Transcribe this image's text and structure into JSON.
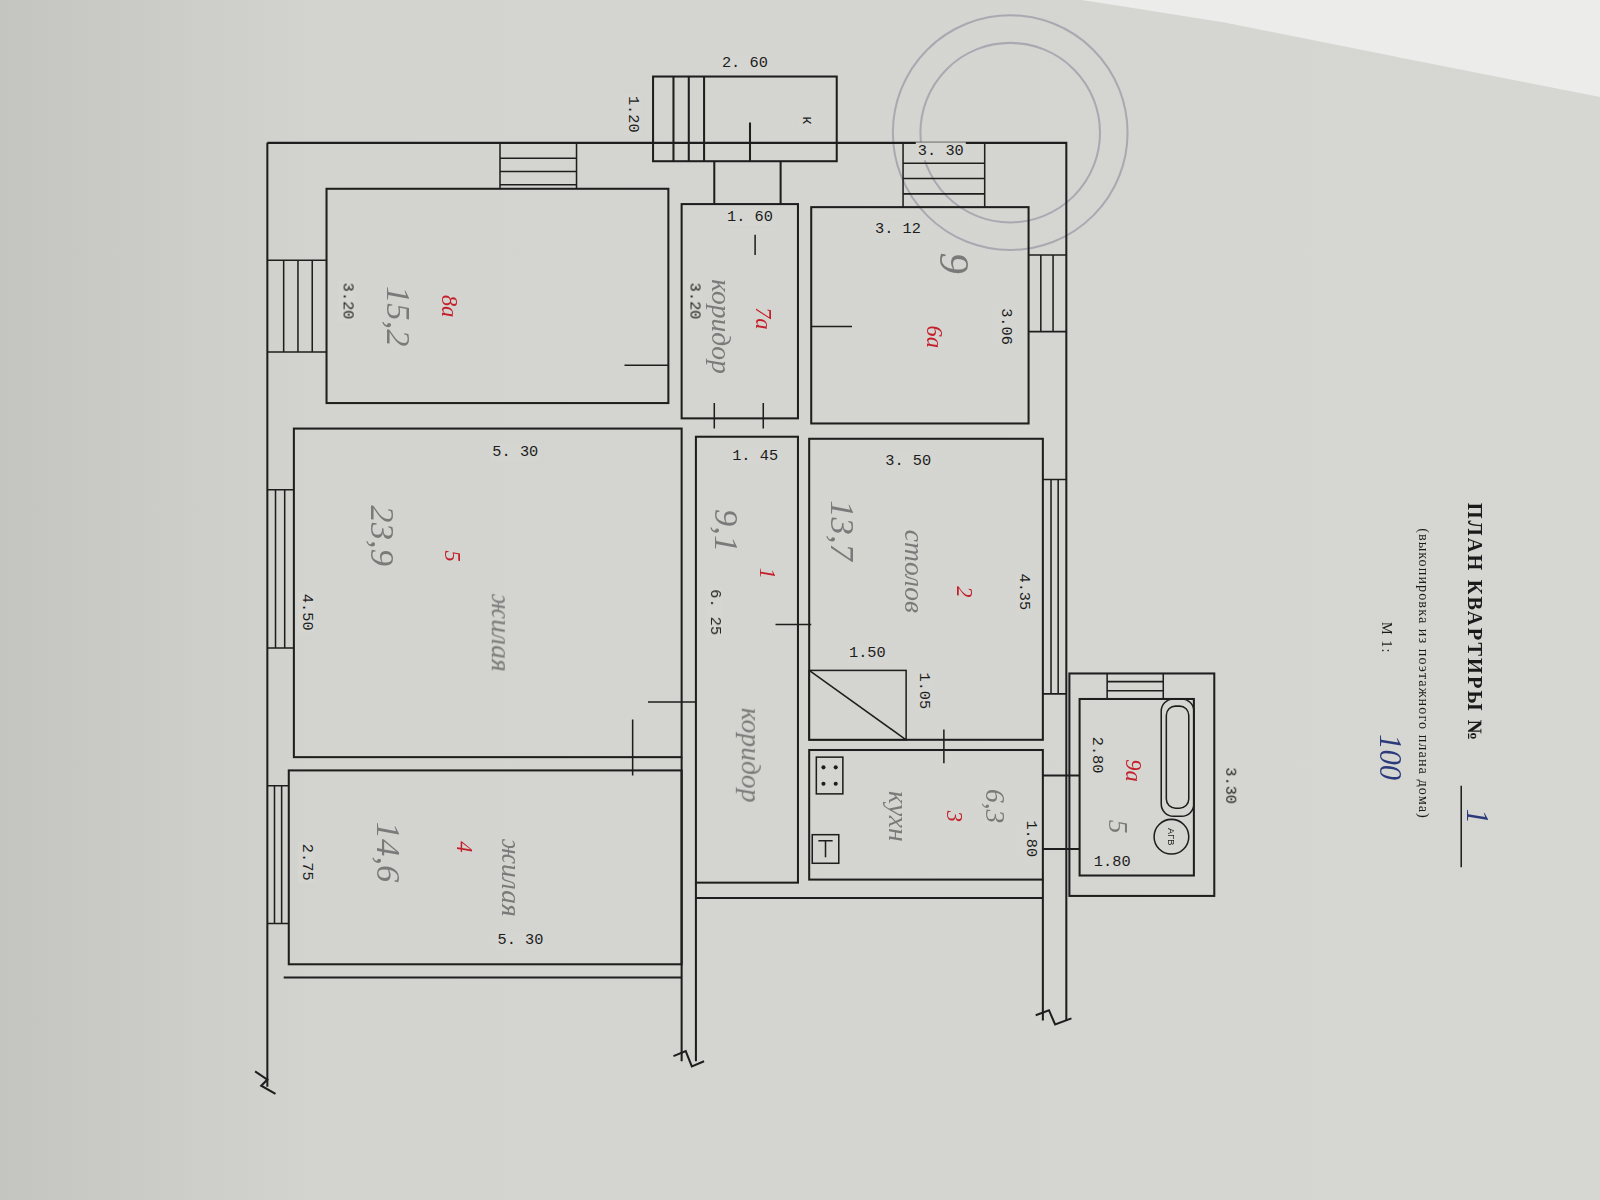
{
  "diagram": {
    "title": "ПЛАН КВАРТИРЫ №",
    "nodes": [
      {
        "text": [
          "1",
          "9,1",
          "коридор"
        ]
      },
      {
        "text": [
          "2",
          "13,7",
          "столов"
        ]
      },
      {
        "text": [
          "3",
          "6,3",
          "кухн"
        ]
      },
      {
        "text": [
          "4",
          "14,6",
          "жилая"
        ]
      },
      {
        "text": [
          "5",
          "23,9",
          "жилая"
        ]
      },
      {
        "text": [
          "6а",
          "9"
        ]
      },
      {
        "text": [
          "7а",
          "коридор"
        ]
      },
      {
        "text": [
          "8а",
          "15,2"
        ]
      },
      {
        "text": [
          "9а",
          "5"
        ]
      }
    ],
    "labels": [
      "1",
      "(выкопировка из поэтажного плана дома)",
      "М 1:",
      "100",
      "2. 60",
      "1.20",
      "к",
      "3. 30",
      "1. 60",
      "3. 12",
      "3.06",
      "3.20",
      "3.20",
      "5. 30",
      "1. 45",
      "3. 50",
      "4.35",
      "4.50",
      "6. 25",
      "1.50",
      "1.05",
      "2.80",
      "1.80",
      "3.30",
      "АГВ",
      "1.80",
      "2.75",
      "5. 30"
    ]
  }
}
